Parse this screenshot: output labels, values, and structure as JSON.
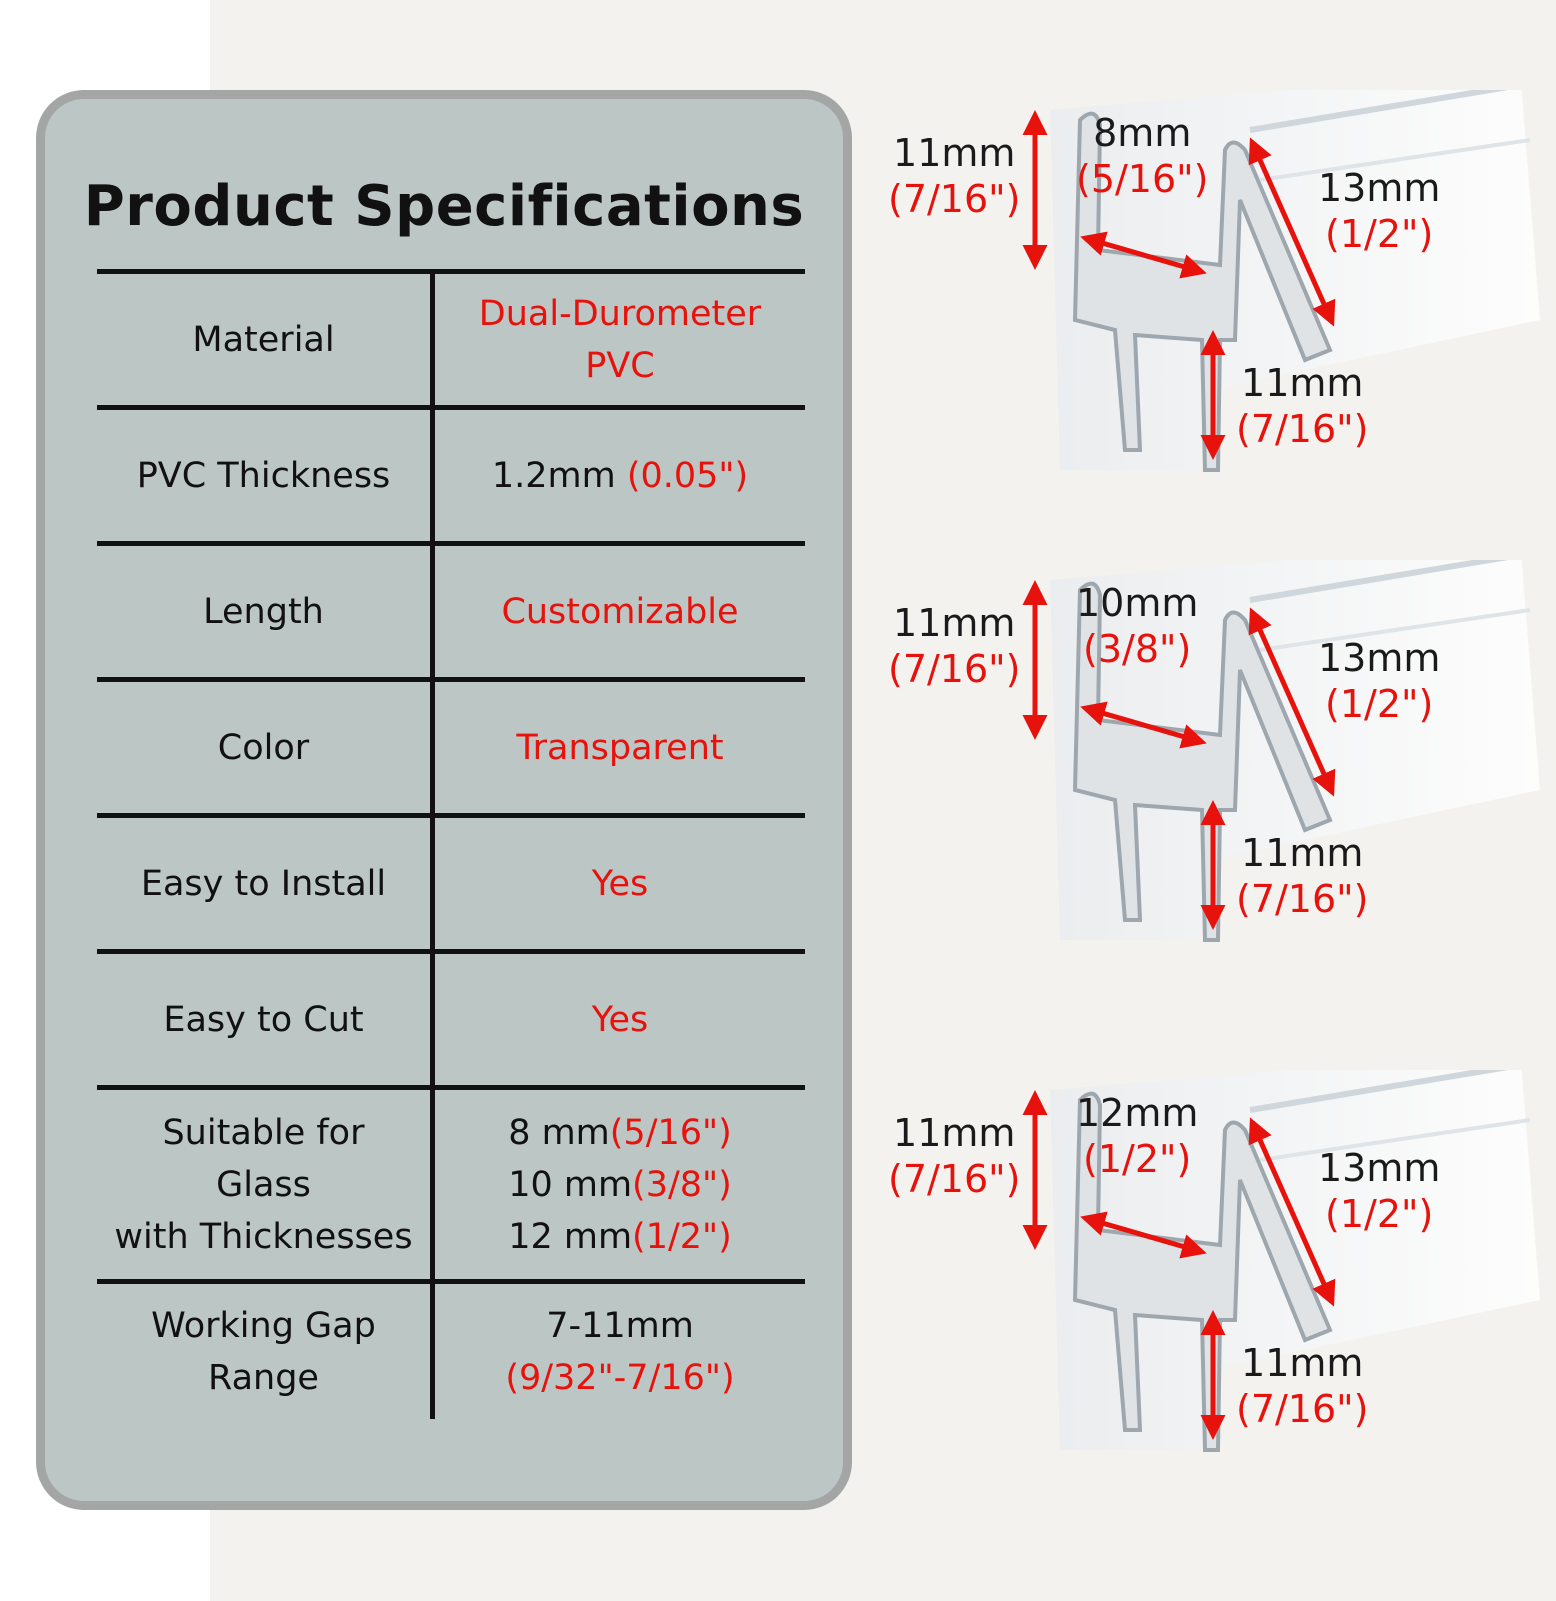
{
  "title": "Product Specifications",
  "rows": [
    {
      "label": "Material",
      "value_red": "Dual-Durometer\nPVC"
    },
    {
      "label": "PVC Thickness",
      "value_black": "1.2mm ",
      "value_red": "(0.05\")"
    },
    {
      "label": "Length",
      "value_red": "Customizable"
    },
    {
      "label": "Color",
      "value_red": "Transparent"
    },
    {
      "label": "Easy to Install",
      "value_red": "Yes"
    },
    {
      "label": "Easy to Cut",
      "value_red": "Yes"
    },
    {
      "label": "Suitable for\nGlass\nwith Thicknesses",
      "lines": [
        {
          "black": "8 mm",
          "red": "(5/16\")"
        },
        {
          "black": "10 mm",
          "red": "(3/8\")"
        },
        {
          "black": "12 mm",
          "red": "(1/2\")"
        }
      ]
    },
    {
      "label": "Working Gap\nRange",
      "value_black": "7-11mm",
      "value_red": "(9/32\"-7/16\")"
    }
  ],
  "diagrams": [
    {
      "height_left": {
        "mm": "11mm",
        "inch": "(7/16\")"
      },
      "width": {
        "mm": "8mm",
        "inch": "(5/16\")"
      },
      "flap": {
        "mm": "13mm",
        "inch": "(1/2\")"
      },
      "leg": {
        "mm": "11mm",
        "inch": "(7/16\")"
      }
    },
    {
      "height_left": {
        "mm": "11mm",
        "inch": "(7/16\")"
      },
      "width": {
        "mm": "10mm",
        "inch": "(3/8\")"
      },
      "flap": {
        "mm": "13mm",
        "inch": "(1/2\")"
      },
      "leg": {
        "mm": "11mm",
        "inch": "(7/16\")"
      }
    },
    {
      "height_left": {
        "mm": "11mm",
        "inch": "(7/16\")"
      },
      "width": {
        "mm": "12mm",
        "inch": "(1/2\")"
      },
      "flap": {
        "mm": "13mm",
        "inch": "(1/2\")"
      },
      "leg": {
        "mm": "11mm",
        "inch": "(7/16\")"
      }
    }
  ],
  "colors": {
    "accent_red": "#e8120c",
    "card_bg": "#bcc6c4",
    "card_border": "#a4a6a6"
  }
}
